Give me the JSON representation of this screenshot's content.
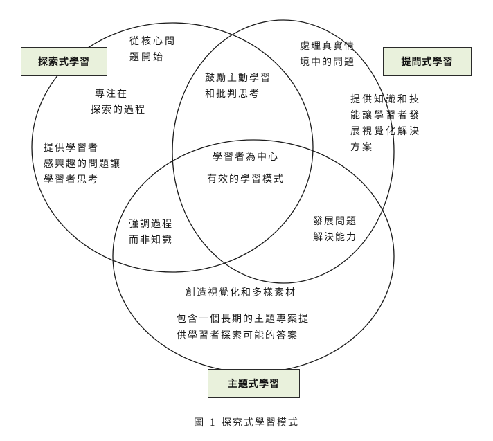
{
  "sets": {
    "inquiry": {
      "label": "探索式學習",
      "box_color": "#e9f1dc"
    },
    "questioning": {
      "label": "提問式學習",
      "box_color": "#e9f1dc"
    },
    "thematic": {
      "label": "主題式學習",
      "box_color": "#e9f1dc"
    }
  },
  "regions": {
    "inquiry_top": [
      "從核心問",
      "題開始"
    ],
    "inquiry_focus": [
      "專注在",
      "探索的過程"
    ],
    "inquiry_interest": [
      "提供學習者",
      "感興趣的問題讓",
      "學習者思考"
    ],
    "questioning_top": [
      "處理真實情",
      "境中的問題"
    ],
    "questioning_side": [
      "提供知識和技",
      "能讓學習者發",
      "展視覺化解決",
      "方案"
    ],
    "inquiry_questioning": [
      "鼓勵主動學習",
      "和批判思考"
    ],
    "center": [
      "學習者為中心",
      "",
      "有效的學習模式"
    ],
    "inquiry_thematic": [
      "強調過程",
      "而非知識"
    ],
    "questioning_thematic": [
      "發展問題",
      "解決能力"
    ],
    "thematic_top": [
      "創造視覺化和多樣素材"
    ],
    "thematic_bottom": [
      "包含一個長期的主題專案提",
      "供學習者探索可能的答案"
    ]
  },
  "caption": "圖 1  探究式學習模式"
}
